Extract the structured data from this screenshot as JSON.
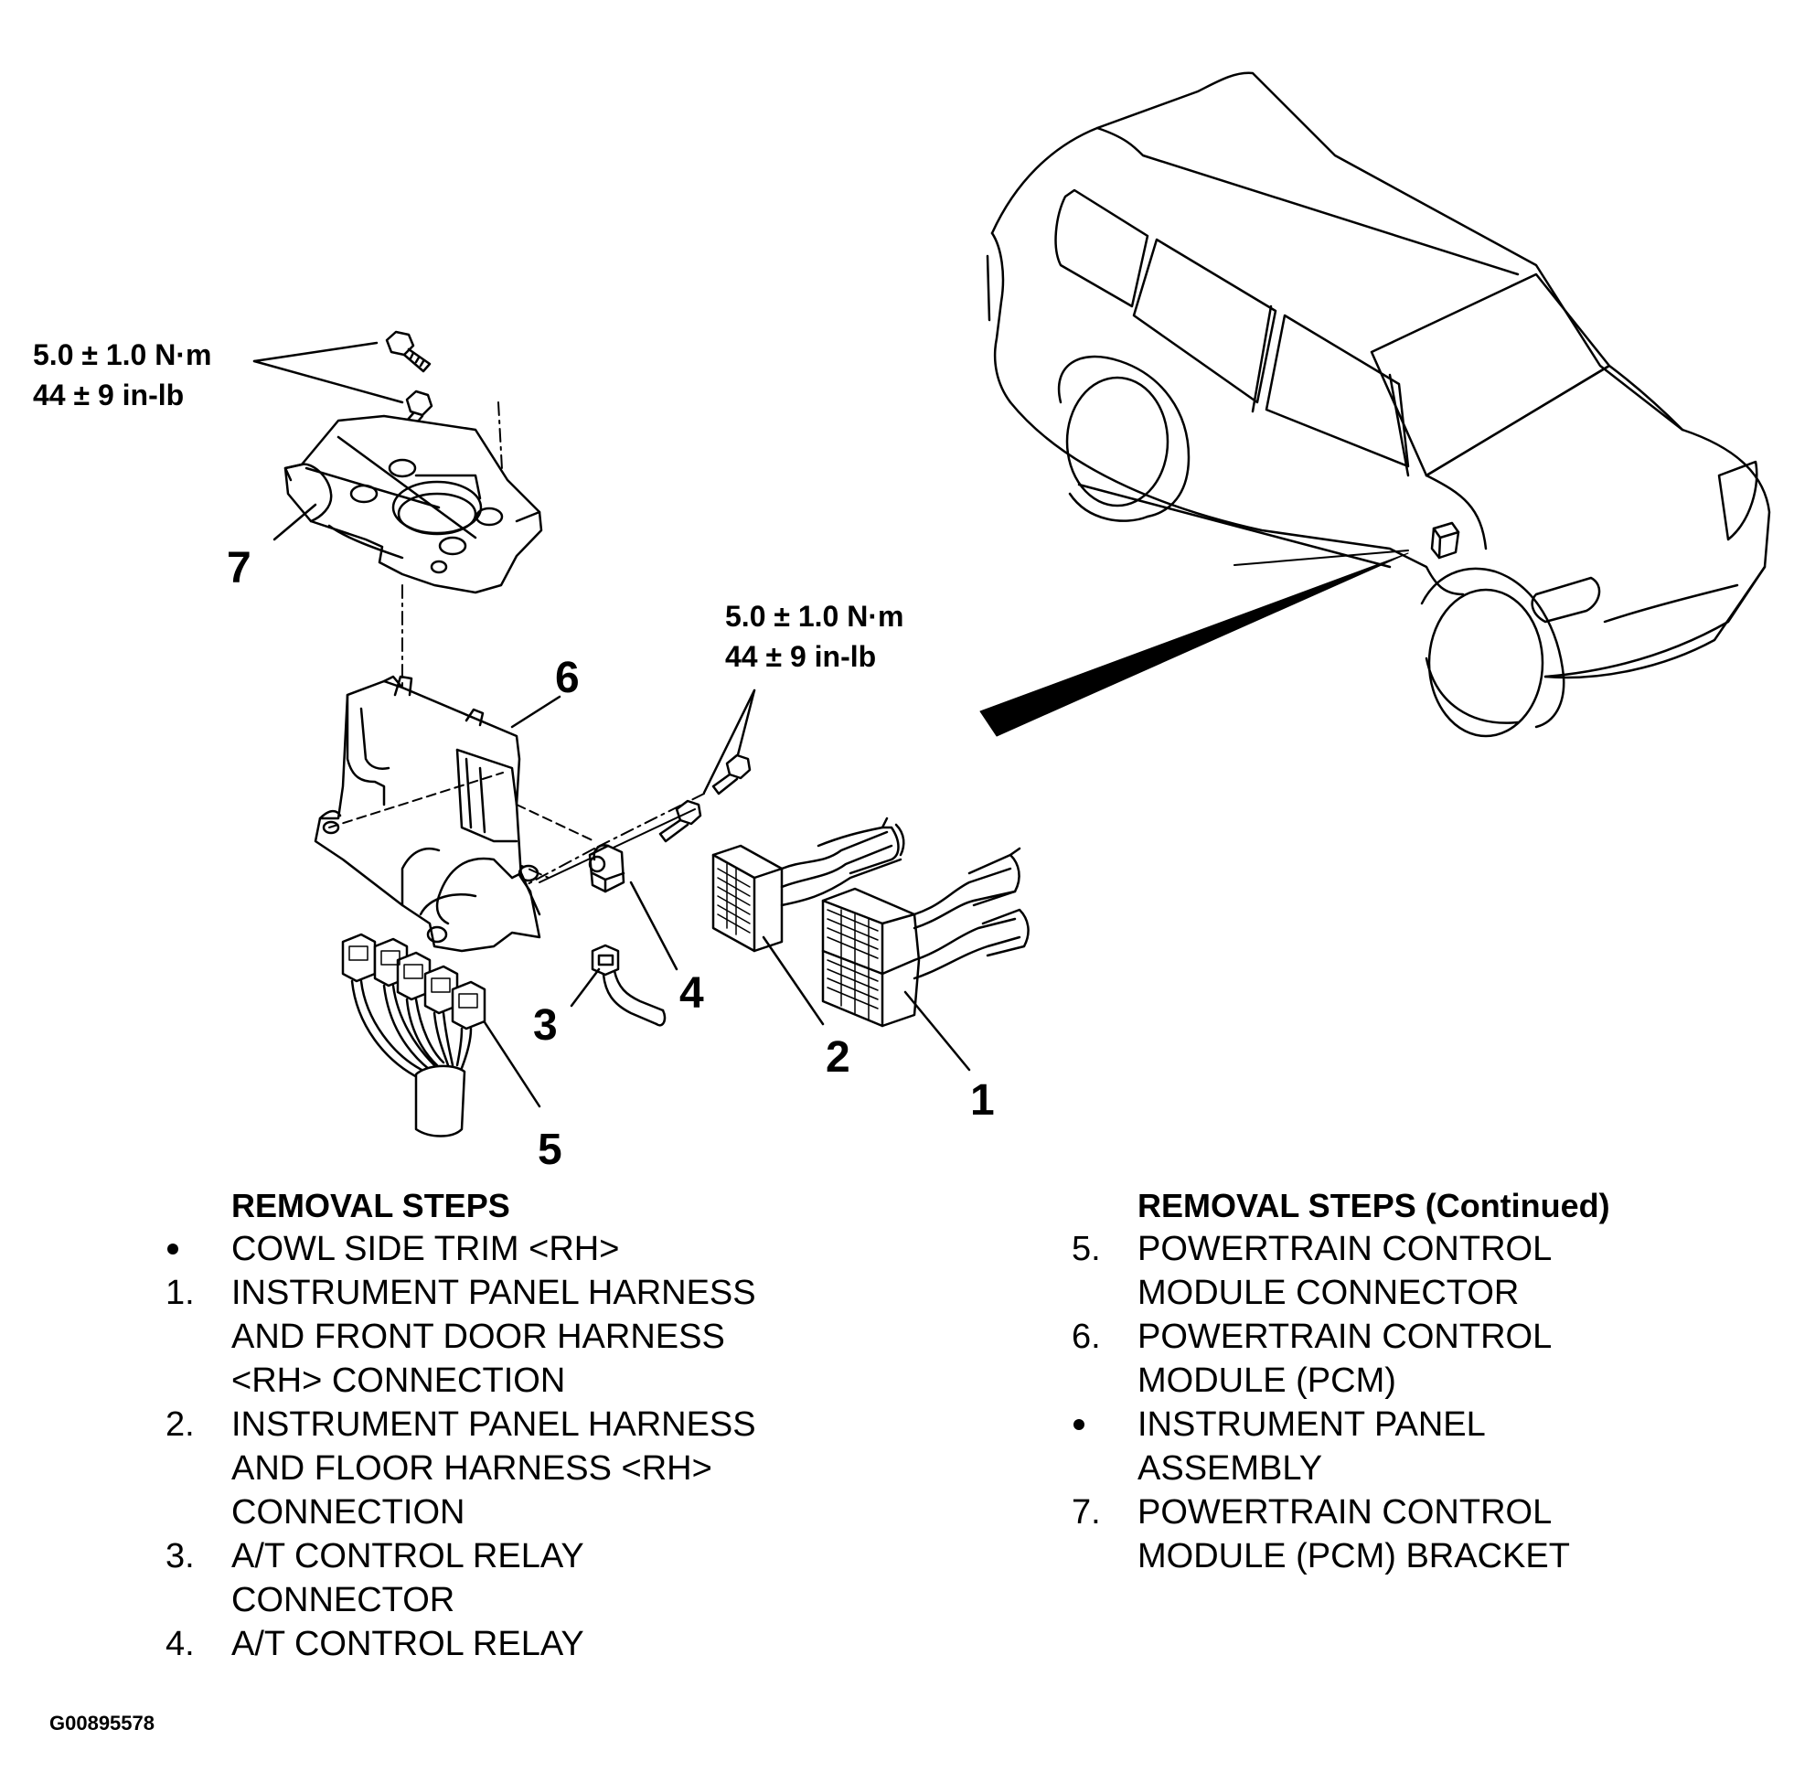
{
  "torque_labels": [
    {
      "line1": "5.0 ± 1.0 N·m",
      "line2": "44 ± 9 in-lb"
    },
    {
      "line1": "5.0 ± 1.0 N·m",
      "line2": "44 ± 9 in-lb"
    }
  ],
  "callouts": [
    "1",
    "2",
    "3",
    "4",
    "5",
    "6",
    "7"
  ],
  "removal_steps_left": {
    "title": "REMOVAL STEPS",
    "items": [
      {
        "marker": "•",
        "lines": [
          "COWL SIDE TRIM <RH>"
        ]
      },
      {
        "marker": "1.",
        "lines": [
          "INSTRUMENT PANEL HARNESS",
          "AND FRONT DOOR HARNESS",
          "<RH> CONNECTION"
        ]
      },
      {
        "marker": "2.",
        "lines": [
          "INSTRUMENT PANEL HARNESS",
          "AND FLOOR HARNESS <RH>",
          "CONNECTION"
        ]
      },
      {
        "marker": "3.",
        "lines": [
          "A/T CONTROL RELAY",
          "CONNECTOR"
        ]
      },
      {
        "marker": "4.",
        "lines": [
          "A/T CONTROL RELAY"
        ]
      }
    ]
  },
  "removal_steps_right": {
    "title": "REMOVAL STEPS (Continued)",
    "items": [
      {
        "marker": "5.",
        "lines": [
          "POWERTRAIN CONTROL",
          "MODULE CONNECTOR"
        ]
      },
      {
        "marker": "6.",
        "lines": [
          "POWERTRAIN CONTROL",
          "MODULE (PCM)"
        ]
      },
      {
        "marker": "•",
        "lines": [
          "INSTRUMENT PANEL",
          "ASSEMBLY"
        ]
      },
      {
        "marker": "7.",
        "lines": [
          "POWERTRAIN CONTROL",
          "MODULE (PCM) BRACKET"
        ]
      }
    ]
  },
  "figure_id": "G00895578"
}
